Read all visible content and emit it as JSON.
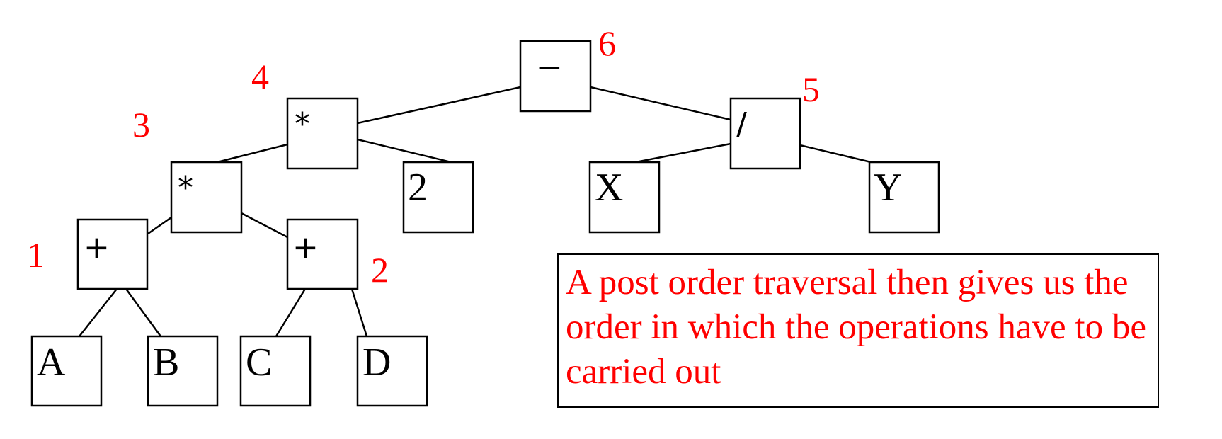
{
  "colors": {
    "order_label": "#ff0000",
    "caption": "#ff0000",
    "stroke": "#000000"
  },
  "nodes": {
    "root": {
      "label": "−",
      "order": "6"
    },
    "mul1": {
      "label": "*",
      "order": "4"
    },
    "div": {
      "label": "/",
      "order": "5"
    },
    "mul2": {
      "label": "*",
      "order": "3"
    },
    "two": {
      "label": "2"
    },
    "x": {
      "label": "X"
    },
    "y": {
      "label": "Y"
    },
    "plus1": {
      "label": "+",
      "order": "1"
    },
    "plus2": {
      "label": "+",
      "order": "2"
    },
    "a": {
      "label": "A"
    },
    "b": {
      "label": "B"
    },
    "c": {
      "label": "C"
    },
    "d": {
      "label": "D"
    }
  },
  "caption": "A post order traversal then gives us the order in which the operations have to be carried out"
}
